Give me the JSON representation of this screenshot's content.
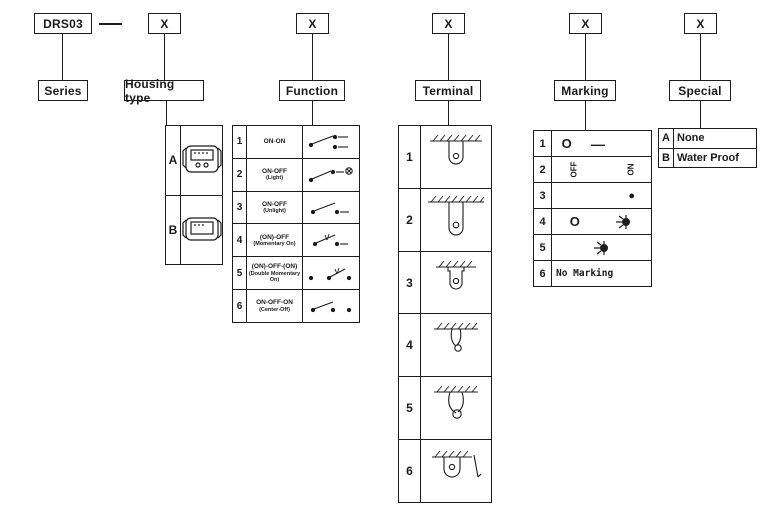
{
  "header": {
    "series_code": "DRS03",
    "x": "X"
  },
  "labels": {
    "series": "Series",
    "housing": "Housing type",
    "function": "Function",
    "terminal": "Terminal",
    "marking": "Marking",
    "special": "Special"
  },
  "housing": {
    "rows": [
      {
        "code": "A"
      },
      {
        "code": "B"
      }
    ]
  },
  "function": {
    "rows": [
      {
        "num": "1",
        "label": "ON-ON",
        "sub": ""
      },
      {
        "num": "2",
        "label": "ON-OFF",
        "sub": "(Light)"
      },
      {
        "num": "3",
        "label": "ON-OFF",
        "sub": "(Unlight)"
      },
      {
        "num": "4",
        "label": "(ON)-OFF",
        "sub": "(Momentary On)"
      },
      {
        "num": "5",
        "label": "(ON)-OFF-(ON)",
        "sub": "(Double Momentary On)"
      },
      {
        "num": "6",
        "label": "ON-OFF-ON",
        "sub": "(Center-Off)"
      }
    ]
  },
  "terminal": {
    "rows": [
      {
        "num": "1"
      },
      {
        "num": "2"
      },
      {
        "num": "3"
      },
      {
        "num": "4"
      },
      {
        "num": "5"
      },
      {
        "num": "6"
      }
    ]
  },
  "marking": {
    "rows": [
      {
        "num": "1",
        "o": "O",
        "dash": "—"
      },
      {
        "num": "2",
        "off": "OFF",
        "on": "ON"
      },
      {
        "num": "3",
        "dot": "●"
      },
      {
        "num": "4",
        "o": "O"
      },
      {
        "num": "5"
      },
      {
        "num": "6",
        "text": "No Marking"
      }
    ]
  },
  "special": {
    "rows": [
      {
        "code": "A",
        "label": "None"
      },
      {
        "code": "B",
        "label": "Water Proof"
      }
    ]
  }
}
